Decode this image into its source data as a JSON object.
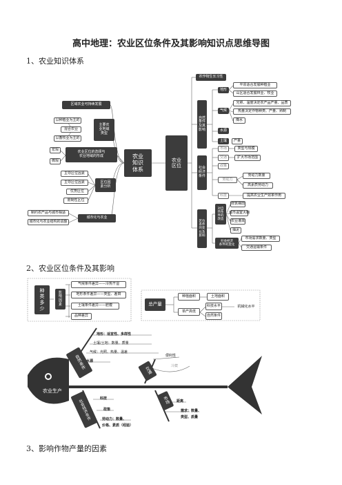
{
  "title": "高中地理：农业区位条件及其影响知识点思维导图",
  "sections": {
    "s1": "1、农业知识体系",
    "s2": "2、农业区位条件及其影响",
    "s3": "3、影响作物产量的因素"
  },
  "mindmap1": {
    "center": "农业\n知识\n体系",
    "location": "农业\n区位",
    "left": {
      "sustainable": "区域农业可持续发展",
      "main_types": "主要农\n业地域\n类型",
      "types": [
        "以种植业为主的",
        "混合农业",
        "以畜牧业为主的"
      ],
      "evolution": "农业区位的选择与\n农业地域的形成",
      "evo_labels": [
        "宏观",
        "微观"
      ],
      "factor_analysis": "区位因\n素分析",
      "factors": [
        "主导区位因素",
        "主导区位因素",
        "优势区位",
        "限制性区位"
      ],
      "urban": "城市化与农业",
      "urban_items": [
        "制约农产品与城市相适",
        "城市化与农业结构的调整"
      ]
    },
    "right": {
      "biology": "农作物生长习性",
      "natural": "自然\n条件\n及其\n影响",
      "terrain": "地形",
      "terrain_items": [
        "平原适合发展种植业",
        "山区适合发展林业、牧业"
      ],
      "climate": "气候",
      "climate_items": [
        "光照、温度决定农产品产量、品质",
        "热量决定作物种类、产量、熟制",
        "降水"
      ],
      "water": "水源",
      "soil": "土壤",
      "soil_item": "产量",
      "social": "社会\n经济\n条件",
      "market": "市场",
      "market_items": [
        "类型与规模"
      ],
      "transport": "交通",
      "transport_items": [
        "扩大市场范围"
      ],
      "policy": "政策",
      "labor": "劳动力",
      "labor_items": [
        "劳动力数量",
        "高素质劳动力"
      ],
      "tech": "科技",
      "tech_items": [
        "提高农业生产效率作用"
      ],
      "change": "区位\n条件\n的变\n化及\n影响",
      "natural_change": "对自\n然条\n件的\n改造",
      "nc_items": [
        "修筑梯田",
        "城市温室大棚",
        "农业灌溉"
      ],
      "nc_extra": "抽泥",
      "social_change": "社会经济\n条件的变化",
      "sc_items": [
        "市场需求数量、类型",
        "交通运输条件"
      ]
    }
  },
  "diagram2": {
    "kinds": "种\n类\n多\n少",
    "factors": "影\n响\n因\n素",
    "kind_items": [
      "气候条件差异——冷热干湿",
      "地形条件差异——类型、差田",
      "土壤条件差异——肥瘦",
      "品种差异"
    ],
    "total": "总产量",
    "area": "种植面积",
    "unit": "单产高低",
    "land": "土地面积",
    "tech": "科技水平",
    "nature": "自然条件",
    "mech": "机械化水平"
  },
  "fish": {
    "head": "农业生产",
    "natural": "自然条件",
    "natural_items": [
      "地形：适宜性、多样性",
      "土壤/土地：数量、质量",
      "气候：光照、热量、温差",
      "水源"
    ],
    "transport": "交通",
    "transport_items": [
      "便利性",
      "冷藏"
    ],
    "socio": "社会经济条件",
    "socio_items": [
      "科技",
      "政策",
      "劳动力：数量、",
      "价格、素质（经验）"
    ],
    "market": "市场",
    "market_items": [
      "距离",
      "需求：数量、",
      "类型、质量"
    ]
  }
}
